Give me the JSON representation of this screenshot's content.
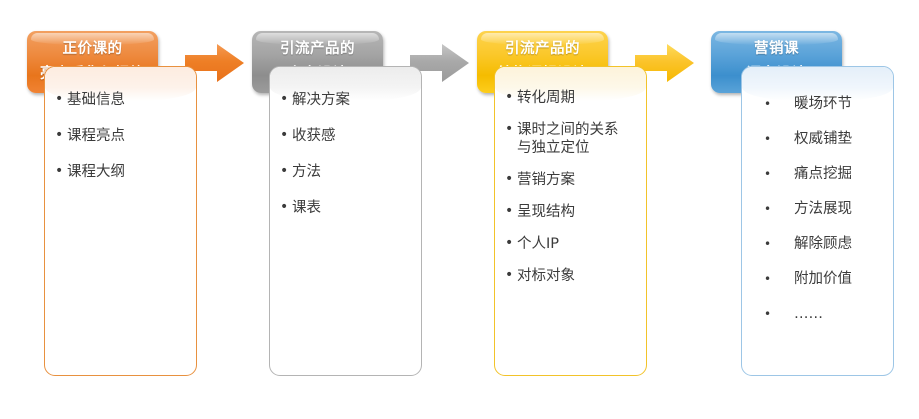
{
  "diagram": {
    "title_orange": "正价课的\n亮点采集与提炼",
    "columns": [
      {
        "id": "col-1",
        "color": "#E8751C",
        "header_lines": [
          "正价课的",
          "亮点采集与提炼"
        ],
        "items": [
          "基础信息",
          "课程亮点",
          "课程大纲"
        ]
      },
      {
        "id": "col-2",
        "color": "#8D8D8D",
        "header_lines": [
          "引流产品的",
          "卖点设计"
        ],
        "items": [
          "解决方案",
          "收获感",
          "方法",
          "课表"
        ]
      },
      {
        "id": "col-3",
        "color": "#F5BC00",
        "header_lines": [
          "引流产品的",
          "结构逻辑设计"
        ],
        "items": [
          "转化周期",
          "课时之间的关系\n与独立定位",
          "营销方案",
          "呈现结构",
          "个人IP",
          "对标对象"
        ]
      },
      {
        "id": "col-4",
        "color": "#3C8FCD",
        "header_lines": [
          "营销课",
          "语言设计"
        ],
        "items": [
          "暖场环节",
          "权威铺垫",
          "痛点挖掘",
          "方法展现",
          "解除顾虑",
          "附加价值",
          "……"
        ]
      }
    ],
    "arrows": [
      {
        "id": "arrow-1",
        "color": "#EE7F26",
        "name": "arrow-right-orange"
      },
      {
        "id": "arrow-2",
        "color": "#A8A8A8",
        "name": "arrow-right-gray"
      },
      {
        "id": "arrow-3",
        "color": "#FBC42C",
        "name": "arrow-right-yellow"
      }
    ]
  }
}
